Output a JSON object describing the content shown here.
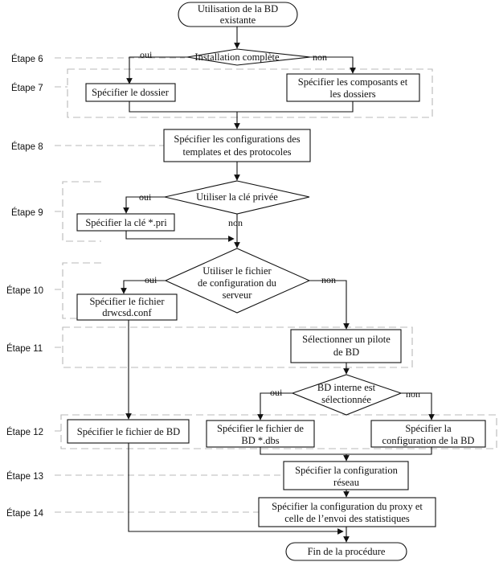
{
  "steps": {
    "s6": "Étape 6",
    "s7": "Étape 7",
    "s8": "Étape 8",
    "s9": "Étape 9",
    "s10": "Étape 10",
    "s11": "Étape 11",
    "s12": "Étape 12",
    "s13": "Étape 13",
    "s14": "Étape 14"
  },
  "nodes": {
    "start": [
      "Utilisation de la BD",
      "existante"
    ],
    "d_install": "Installation complète",
    "folder": "Spécifier le dossier",
    "components": [
      "Spécifier les composants et",
      "les dossiers"
    ],
    "templates": [
      "Spécifier les configurations des",
      "templates et des protocoles"
    ],
    "d_key": "Utiliser la clé privée",
    "key": "Spécifier la clé *.pri",
    "d_conf": [
      "Utiliser le fichier",
      "de configuration du",
      "serveur"
    ],
    "conf_file": [
      "Spécifier le fichier",
      "drwcsd.conf"
    ],
    "driver": [
      "Sélectionner un pilote",
      "de BD"
    ],
    "d_internal": [
      "BD interne est",
      "sélectionnée"
    ],
    "db_file": "Spécifier le fichier de BD",
    "dbs_file": [
      "Spécifier le fichier de",
      "BD *.dbs"
    ],
    "db_config": [
      "Spécifier la",
      "configuration de la BD"
    ],
    "network": [
      "Spécifier la configuration",
      "réseau"
    ],
    "proxy": [
      "Spécifier la configuration du proxy et",
      "celle de l’envoi des statistiques"
    ],
    "end": "Fin de la procédure"
  },
  "labels": {
    "yes": "oui",
    "no": "non"
  }
}
